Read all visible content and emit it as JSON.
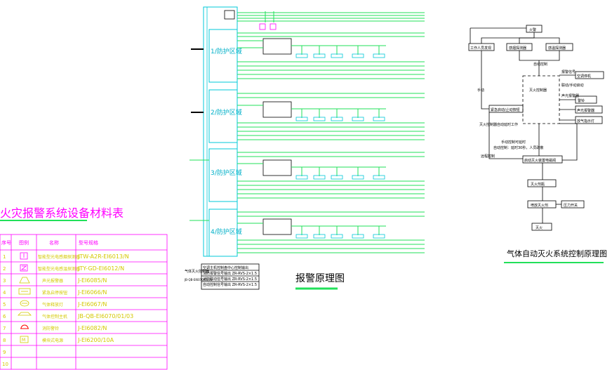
{
  "materials_table": {
    "title": "火灾报警系统设备材料表",
    "headers": [
      "序号",
      "图例",
      "名称",
      "型号规格"
    ],
    "rows": [
      {
        "no": "1",
        "icon": "smoke-detector-icon",
        "name": "智能型光电感烟探测器",
        "model": "JTW-A2R-EI6013/N"
      },
      {
        "no": "2",
        "icon": "heat-detector-icon",
        "name": "智能型光电感温探测器",
        "model": "JTY-GD-EI6012/N"
      },
      {
        "no": "3",
        "icon": "sounder-icon",
        "name": "声光报警器",
        "model": "J-EI6085/N"
      },
      {
        "no": "4",
        "icon": "emergency-button-icon",
        "name": "紧急启停按钮",
        "model": "J-EI6066/N"
      },
      {
        "no": "5",
        "icon": "release-lamp-icon",
        "name": "气体释放灯",
        "model": "J-EI6067/N"
      },
      {
        "no": "6",
        "icon": "gas-controller-icon",
        "name": "气体控制主机",
        "model": "JB-QB-EI6070/01/03"
      },
      {
        "no": "7",
        "icon": "alarm-bell-icon",
        "name": "消防警铃",
        "model": "J-EI6082/N"
      },
      {
        "no": "8",
        "icon": "module-icon",
        "name": "模块式电源",
        "model": "J-EI6200/10A"
      },
      {
        "no": "9",
        "icon": "",
        "name": "",
        "model": ""
      },
      {
        "no": "10",
        "icon": "",
        "name": "",
        "model": ""
      }
    ]
  },
  "alarm_diagram": {
    "title": "报警原理图",
    "zones": [
      {
        "label": "1/防护区域"
      },
      {
        "label": "2/防护区域"
      },
      {
        "label": "3/防护区域"
      },
      {
        "label": "4/防护区域"
      }
    ],
    "legend_left": [
      "气体灭火控制器",
      "JB-QB-EI6070/01/03"
    ],
    "legend_rows": [
      "空调主机控制盘中心控制输出",
      "消防报警信号输出 ZR-RVS-2×1.5",
      "消防联动信号输出 ZR-RVS-2×1.5",
      "自动控制信号输出 ZR-RVS-2×1.5"
    ]
  },
  "control_diagram": {
    "title": "气体自动灭火系统控制原理图",
    "nodes": {
      "fire": "火警",
      "manual": "工作人员发现",
      "smoke": "感烟探测器",
      "heat": "感温探测器",
      "auto_signal": "自动控制",
      "controller": "灭火控制器",
      "alarm_signal": "报警信号",
      "linkage": "联动/手动启动",
      "ac_off": "空调停机",
      "sound": "声光报警器",
      "bell": "警铃",
      "sounder": "声光报警器",
      "release_lamp": "放气指示灯",
      "manual_start": "紧急启动/止动按钮",
      "abort_note": "灭火控制器自动延时工作",
      "delay_note": "手动控制可延时",
      "delay_note2": "自动控制：延时30秒，人员疏散",
      "valve": "启动灭火装置电磁阀",
      "cylinder": "灭火剂瓶",
      "release": "喷放灭火剂",
      "pressure": "压力开关",
      "extinguish": "灭火",
      "manual_label": "手动",
      "remote_label": "远程控制"
    }
  }
}
